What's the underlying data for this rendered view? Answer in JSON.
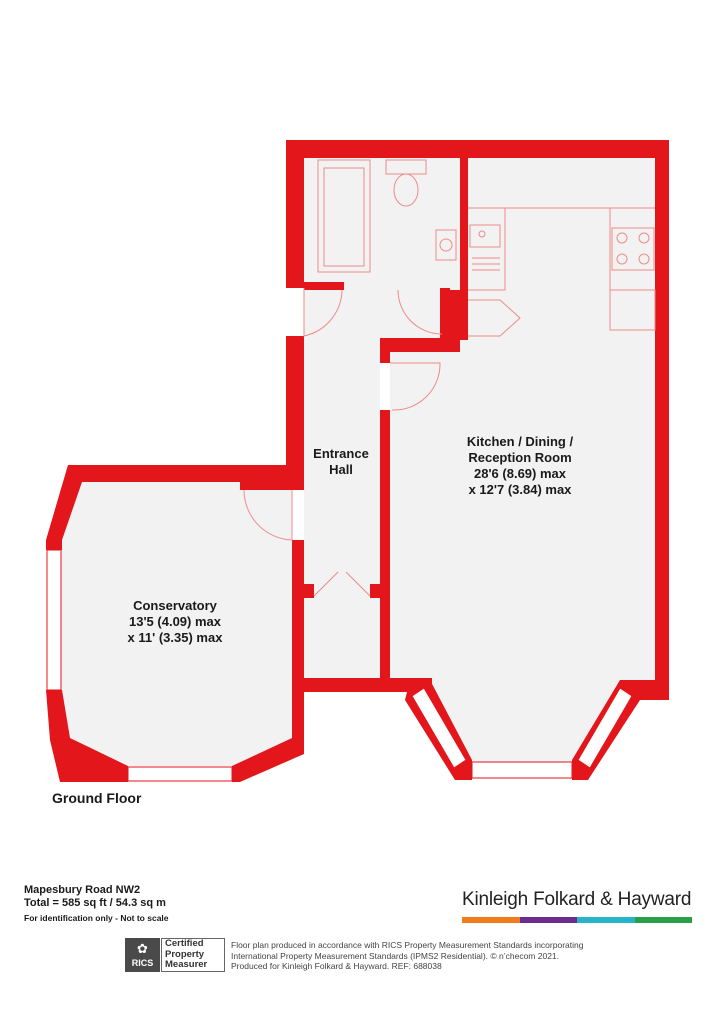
{
  "colors": {
    "wall": "#e3161c",
    "floor": "#f2f2f2",
    "fixture_line": "#f08a8a",
    "text": "#1a1a1a",
    "brand_bar": [
      "#f07c1b",
      "#6a2c8f",
      "#28b4c8",
      "#27a047"
    ]
  },
  "rooms": {
    "entrance_hall": {
      "lines": [
        "Entrance",
        "Hall"
      ]
    },
    "kitchen": {
      "lines": [
        "Kitchen / Dining /",
        "Reception Room",
        "28'6 (8.69) max",
        "x 12'7 (3.84) max"
      ]
    },
    "conservatory": {
      "lines": [
        "Conservatory",
        "13'5 (4.09) max",
        "x 11' (3.35) max"
      ]
    }
  },
  "floor_label": "Ground Floor",
  "property": {
    "address": "Mapesbury Road  NW2",
    "total": "Total = 585 sq ft / 54.3 sq m",
    "note": "For identification only - Not to scale"
  },
  "brand": {
    "name": "Kinleigh Folkard & Hayward"
  },
  "rics": {
    "badge": "RICS",
    "lines": [
      "Certified",
      "Property",
      "Measurer"
    ]
  },
  "disclaimer": {
    "lines": [
      "Floor plan produced in accordance with RICS Property Measurement Standards incorporating",
      "International Property Measurement Standards (IPMS2 Residential).  © n’checom 2021.",
      "Produced for Kinleigh Folkard & Hayward.   REF: 688038"
    ]
  }
}
